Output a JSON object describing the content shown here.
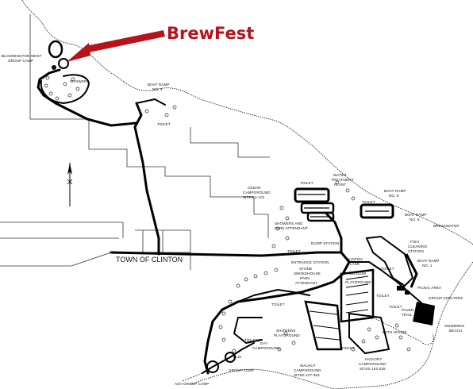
{
  "callout": {
    "text": "BrewFest",
    "color": "#b8121b"
  },
  "labels": {
    "bloomington_west": [
      "BLOOMINGTON WEST",
      "GROUP CAMP"
    ],
    "showers_nw": "SHOWERS",
    "boat_ramp_4": [
      "BOAT RAMP",
      "NO. 4"
    ],
    "toilet_nw": "TOILET",
    "town": "TOWN OF CLINTON",
    "water_plant": [
      "WATER",
      "TREATMENT",
      "PLANT"
    ],
    "cedar_cg": [
      "CEDAR",
      "CAMPGROUND",
      "SITES 1-101"
    ],
    "toilet_cedar": "TOILET",
    "boat_ramp_5": [
      "BOAT RAMP",
      "NO. 5"
    ],
    "toilet_br5": "TOILET",
    "boat_ramp_6": [
      "BOAT RAMP",
      "NO. 6"
    ],
    "breakwater": "BREAKWATER",
    "showers_park": [
      "SHOWERS AND",
      "PARK ATTENDANT"
    ],
    "dump_station": "DUMP STATION",
    "toilet_dump": "TOILET",
    "fish_cleaning": [
      "FISH",
      "CLEANING",
      "STATION"
    ],
    "entrance_station": "ENTRANCE STATION",
    "clinton_lake": [
      "CLINTON",
      "LAKE"
    ],
    "museum": "MUSEUM",
    "toilet_museum": "TOILET",
    "boat_ramp_1": [
      "BOAT RAMP",
      "NO. 1"
    ],
    "stone_smokehouse": [
      "STONE",
      "SMOKEHOUSE",
      "PARK",
      "ATTENDANT"
    ],
    "playground_mid": "PLAYGROUND",
    "picnic_area": "PICNIC AREA",
    "group_shelters": "GROUP  SHELTERS",
    "toilet_left": "TOILET",
    "toilet_mid": "TOILET",
    "toilet_walnut": "TOILET",
    "toilet_picnic": "TOILET",
    "paved_trail": [
      "PAVED",
      "TRAIL"
    ],
    "bath_house": "BATH HOUSE",
    "swimming_beach": [
      "SWIMMING",
      "BEACH"
    ],
    "shower_playground": [
      "SHOWERS",
      "PLAYGROUND"
    ],
    "toilets_day": "TOILETS",
    "day_cg": [
      "DAY",
      "CAMPGROUND"
    ],
    "walnut_cg": [
      "WALNUT",
      "CAMPGROUND",
      "SITES 227-353"
    ],
    "hickory_cg": [
      "HICKORY",
      "CAMPGROUND",
      "SITES 102-226"
    ],
    "elm_group": [
      "ELM",
      "GROUP CAMP"
    ],
    "ash_group": "ASH GROUP CAMP"
  }
}
